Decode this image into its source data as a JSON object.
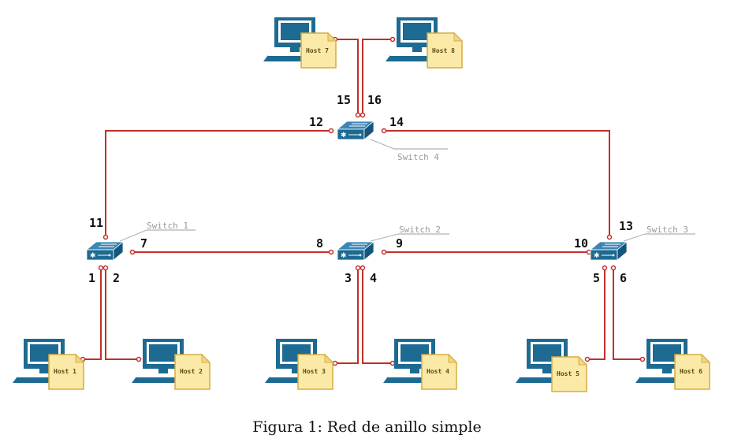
{
  "caption": "Figura 1: Red de anillo simple",
  "colors": {
    "link": "#c0302a",
    "device": "#1d6a93",
    "note": "#fbe9a8",
    "note_border": "#d6ae3f",
    "label_gray": "#9a9a9a"
  },
  "switches": [
    {
      "id": "s1",
      "label": "Switch 1"
    },
    {
      "id": "s2",
      "label": "Switch 2"
    },
    {
      "id": "s3",
      "label": "Switch 3"
    },
    {
      "id": "s4",
      "label": "Switch 4"
    }
  ],
  "hosts": [
    {
      "id": "h1",
      "label": "Host 1"
    },
    {
      "id": "h2",
      "label": "Host 2"
    },
    {
      "id": "h3",
      "label": "Host 3"
    },
    {
      "id": "h4",
      "label": "Host 4"
    },
    {
      "id": "h5",
      "label": "Host 5"
    },
    {
      "id": "h6",
      "label": "Host 6"
    },
    {
      "id": "h7",
      "label": "Host 7"
    },
    {
      "id": "h8",
      "label": "Host 8"
    }
  ],
  "ports": [
    "1",
    "2",
    "3",
    "4",
    "5",
    "6",
    "7",
    "8",
    "9",
    "10",
    "11",
    "12",
    "13",
    "14",
    "15",
    "16"
  ]
}
